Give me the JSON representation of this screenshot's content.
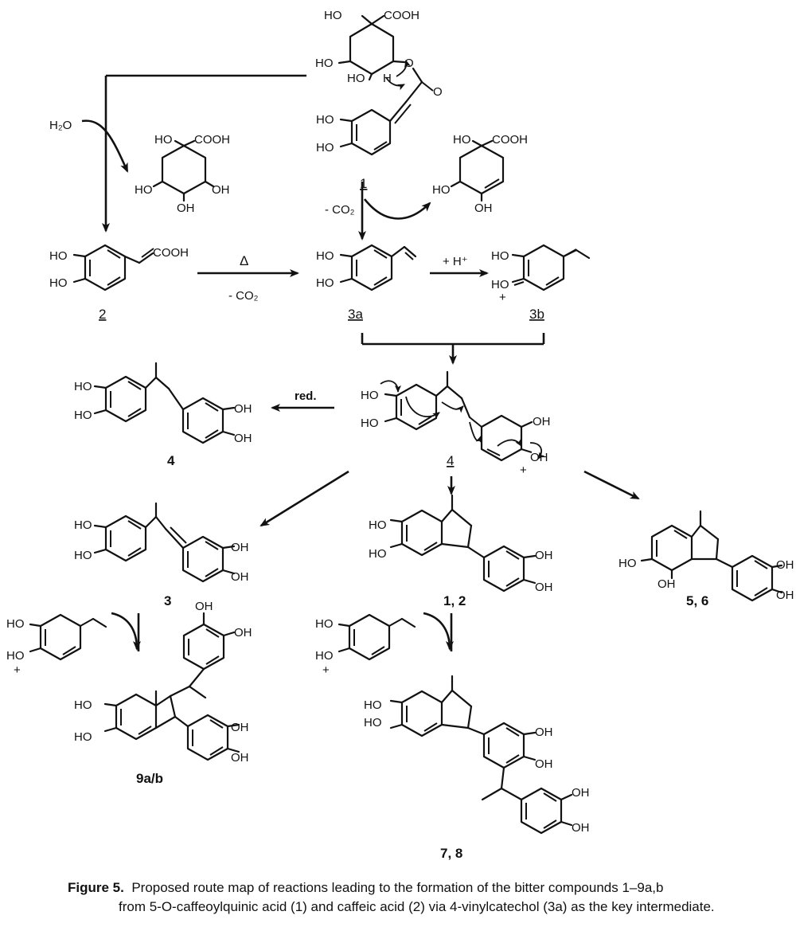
{
  "labels": {
    "h2o": "H₂O",
    "delta": "Δ",
    "minus_co2": "- CO₂",
    "plus_h": "+ H⁺",
    "red": "red.",
    "cmp_1": "1",
    "cmp_2": "2",
    "cmp_3a": "3a",
    "cmp_3b": "3b",
    "cmp_4_ul": "4",
    "cmp_4": "4",
    "cmp_3": "3",
    "cmp_1_2": "1, 2",
    "cmp_5_6": "5, 6",
    "cmp_9ab": "9a/b",
    "cmp_7_8": "7, 8"
  },
  "atoms": {
    "HO": "HO",
    "OH": "OH",
    "COOH": "COOH",
    "O": "O",
    "H": "H",
    "HO_plus": "HO",
    "plus": "+"
  },
  "caption": {
    "prefix": "Figure 5.",
    "line1": "Proposed route map of reactions leading to the formation of the bitter compounds 1–9a,b",
    "line2": "from 5-O-caffeoylquinic acid (1) and caffeic acid (2) via 4-vinylcatechol (3a) as the key intermediate."
  }
}
